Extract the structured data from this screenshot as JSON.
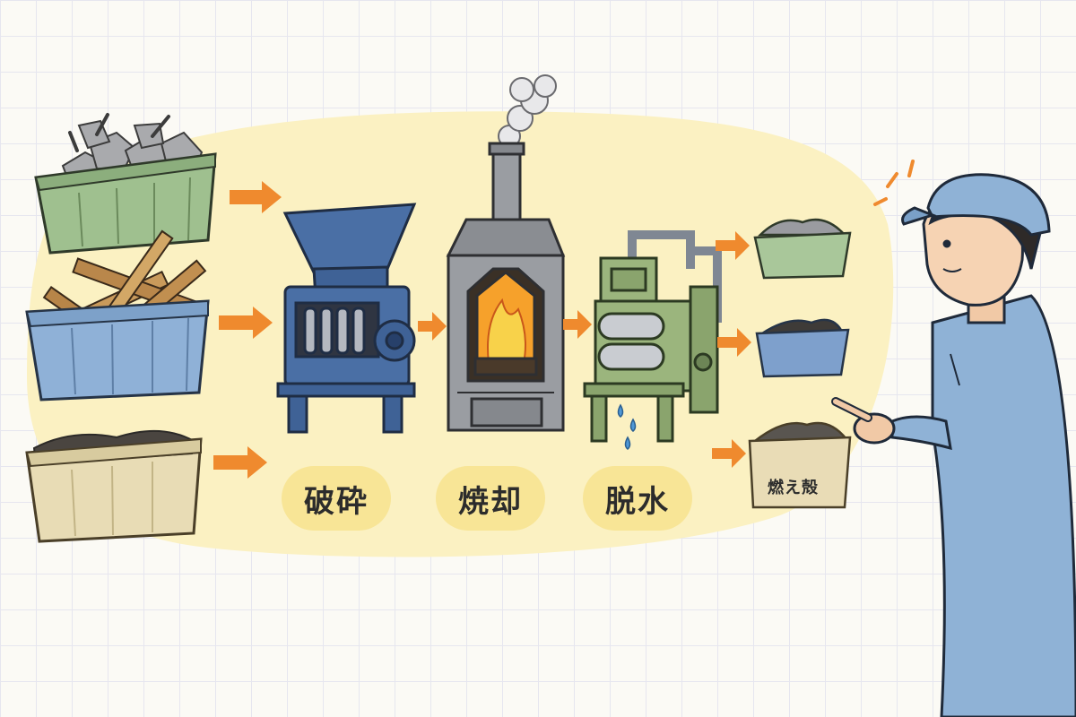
{
  "process_steps": [
    {
      "label": "破砕"
    },
    {
      "label": "焼却"
    },
    {
      "label": "脱水"
    }
  ],
  "output": {
    "ash_label": "燃え殻"
  },
  "colors": {
    "highlight": "#f8e596",
    "arrow": "#ef8a2e",
    "crusher": "#4a6fa5",
    "incinerator": "#8a8d92",
    "dewaterer": "#9bb57d",
    "worker_uniform": "#8fb2d6",
    "flame": "#f6a12b"
  },
  "icons": [
    "concrete-debris-bin",
    "wood-scrap-bin",
    "sludge-bin",
    "crusher-machine",
    "incinerator",
    "dewatering-press",
    "worker",
    "smoke"
  ]
}
